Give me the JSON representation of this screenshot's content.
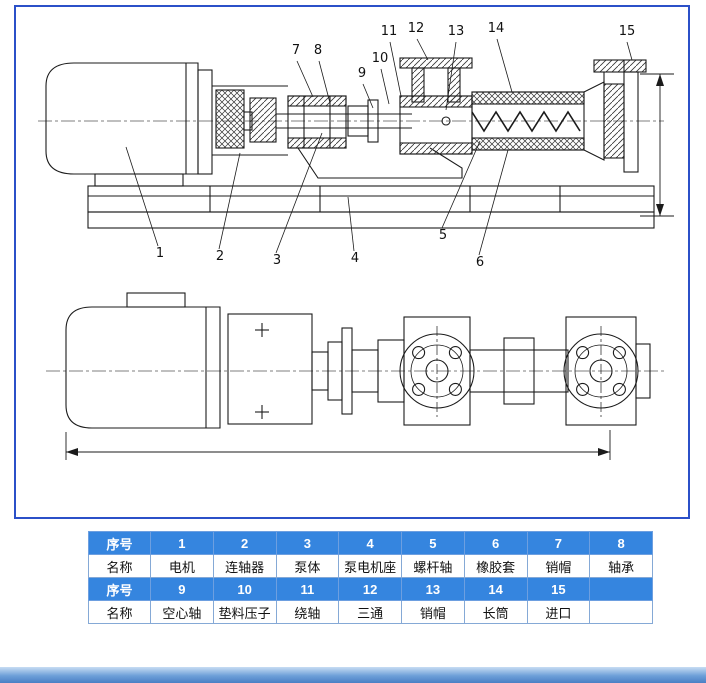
{
  "diagram": {
    "callouts": [
      "1",
      "2",
      "3",
      "4",
      "5",
      "6",
      "7",
      "8",
      "9",
      "10",
      "11",
      "12",
      "13",
      "14",
      "15"
    ]
  },
  "table": {
    "rows": [
      {
        "header": "序号",
        "cells": [
          "1",
          "2",
          "3",
          "4",
          "5",
          "6",
          "7",
          "8"
        ]
      },
      {
        "header": "名称",
        "cells": [
          "电机",
          "连轴器",
          "泵体",
          "泵电机座",
          "螺杆轴",
          "橡胶套",
          "销帽",
          "轴承"
        ]
      },
      {
        "header": "序号",
        "cells": [
          "9",
          "10",
          "11",
          "12",
          "13",
          "14",
          "15",
          ""
        ]
      },
      {
        "header": "名称",
        "cells": [
          "空心轴",
          "垫料压子",
          "绕轴",
          "三通",
          "销帽",
          "长筒",
          "进口",
          ""
        ]
      }
    ]
  },
  "colors": {
    "frame_border": "#2b50c8",
    "table_header_bg": "#3585df",
    "footer_bar": "#4a7fc4"
  }
}
